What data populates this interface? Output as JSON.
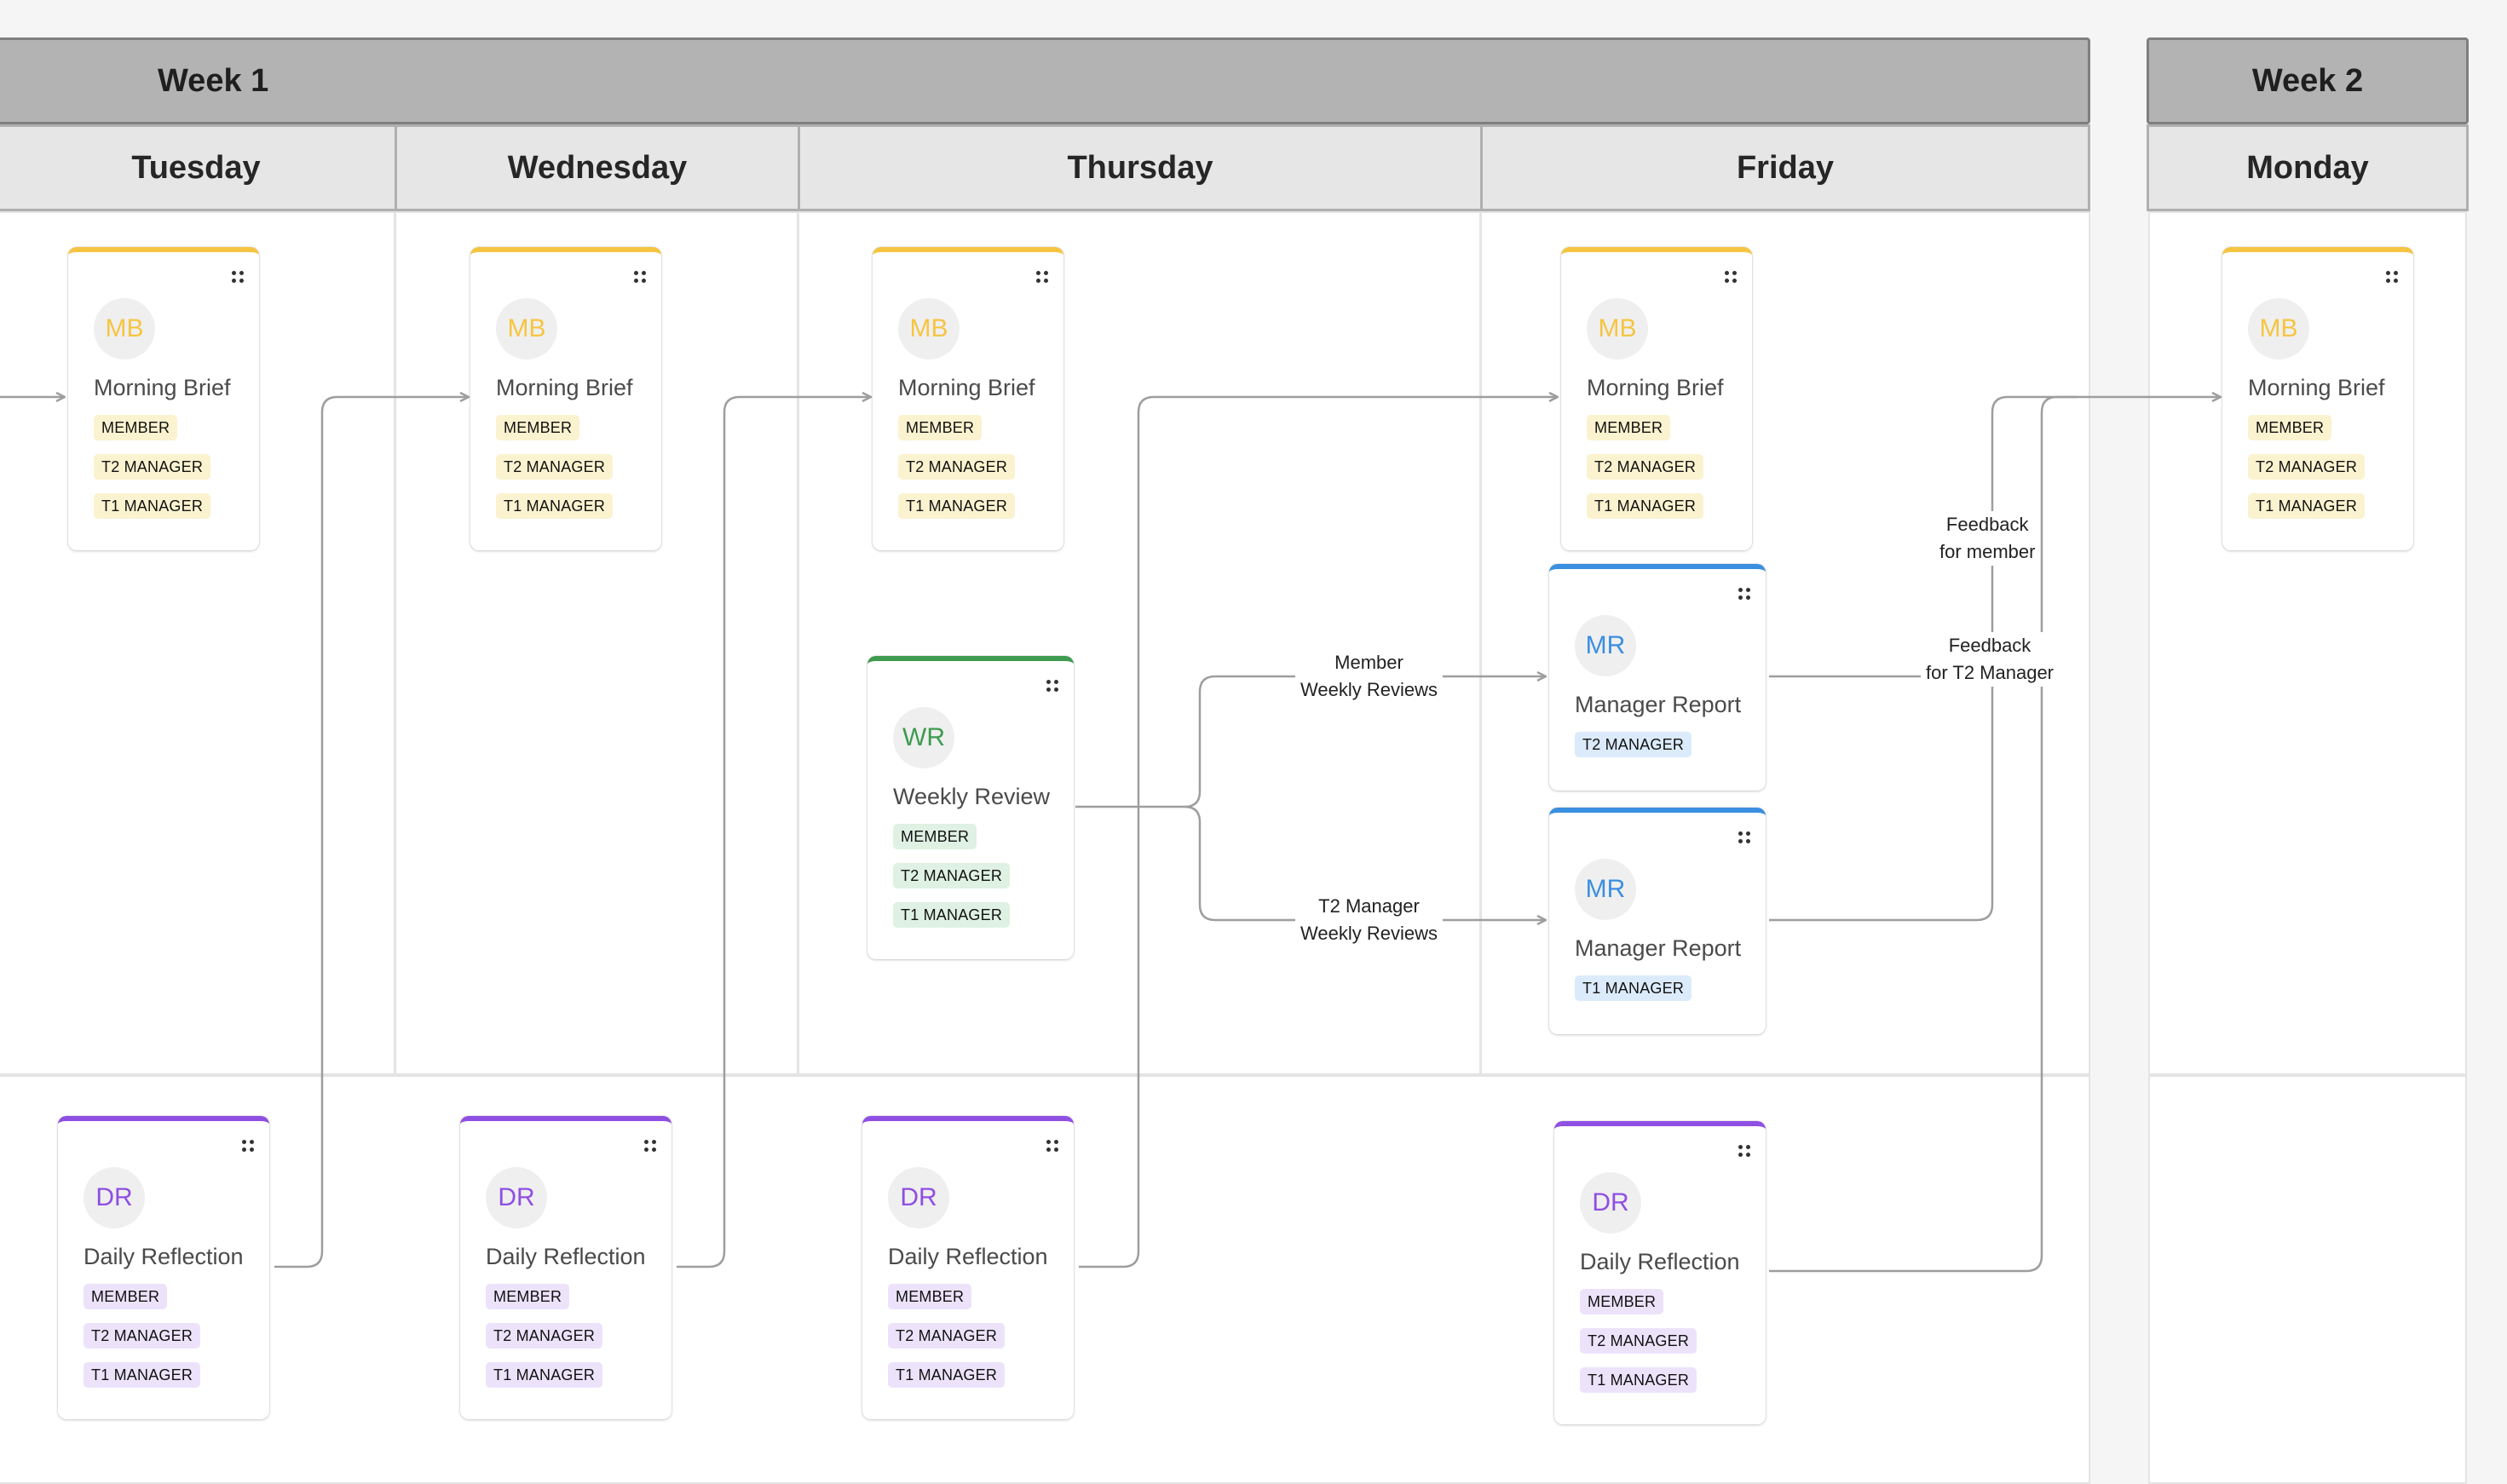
{
  "colors": {
    "morning_brief": "#f5c542",
    "weekly_review": "#3e9b4f",
    "manager_report": "#3b8fe0",
    "daily_reflection": "#8f4fe3",
    "tag_morning": "#fbf2cf",
    "tag_weekly": "#dff1e2",
    "tag_report": "#dcebfb",
    "tag_reflection": "#ece3fb"
  },
  "weeks": [
    {
      "label": "Week 1"
    },
    {
      "label": "Week 2"
    }
  ],
  "days": [
    {
      "label": "Tuesday"
    },
    {
      "label": "Wednesday"
    },
    {
      "label": "Thursday"
    },
    {
      "label": "Friday"
    },
    {
      "label": "Monday"
    }
  ],
  "cards": [
    {
      "initials": "MB",
      "title": "Morning Brief",
      "tags": [
        "MEMBER",
        "T2 MANAGER",
        "T1 MANAGER"
      ]
    },
    {
      "initials": "MB",
      "title": "Morning Brief",
      "tags": [
        "MEMBER",
        "T2 MANAGER",
        "T1 MANAGER"
      ]
    },
    {
      "initials": "MB",
      "title": "Morning Brief",
      "tags": [
        "MEMBER",
        "T2 MANAGER",
        "T1 MANAGER"
      ]
    },
    {
      "initials": "MB",
      "title": "Morning Brief",
      "tags": [
        "MEMBER",
        "T2 MANAGER",
        "T1 MANAGER"
      ]
    },
    {
      "initials": "MB",
      "title": "Morning Brief",
      "tags": [
        "MEMBER",
        "T2 MANAGER",
        "T1 MANAGER"
      ]
    },
    {
      "initials": "WR",
      "title": "Weekly Review",
      "tags": [
        "MEMBER",
        "T2 MANAGER",
        "T1 MANAGER"
      ]
    },
    {
      "initials": "MR",
      "title": "Manager Report",
      "tags": [
        "T2 MANAGER"
      ]
    },
    {
      "initials": "MR",
      "title": "Manager Report",
      "tags": [
        "T1 MANAGER"
      ]
    },
    {
      "initials": "DR",
      "title": "Daily Reflection",
      "tags": [
        "MEMBER",
        "T2 MANAGER",
        "T1 MANAGER"
      ]
    },
    {
      "initials": "DR",
      "title": "Daily Reflection",
      "tags": [
        "MEMBER",
        "T2 MANAGER",
        "T1 MANAGER"
      ]
    },
    {
      "initials": "DR",
      "title": "Daily Reflection",
      "tags": [
        "MEMBER",
        "T2 MANAGER",
        "T1 MANAGER"
      ]
    },
    {
      "initials": "DR",
      "title": "Daily Reflection",
      "tags": [
        "MEMBER",
        "T2 MANAGER",
        "T1 MANAGER"
      ]
    }
  ],
  "edge_labels": {
    "member_weekly": {
      "line1": "Member",
      "line2": "Weekly Reviews"
    },
    "t2_weekly": {
      "line1": "T2 Manager",
      "line2": "Weekly Reviews"
    },
    "feedback_member": {
      "line1": "Feedback",
      "line2": "for member"
    },
    "feedback_t2": {
      "line1": "Feedback",
      "line2": "for T2 Manager"
    }
  }
}
